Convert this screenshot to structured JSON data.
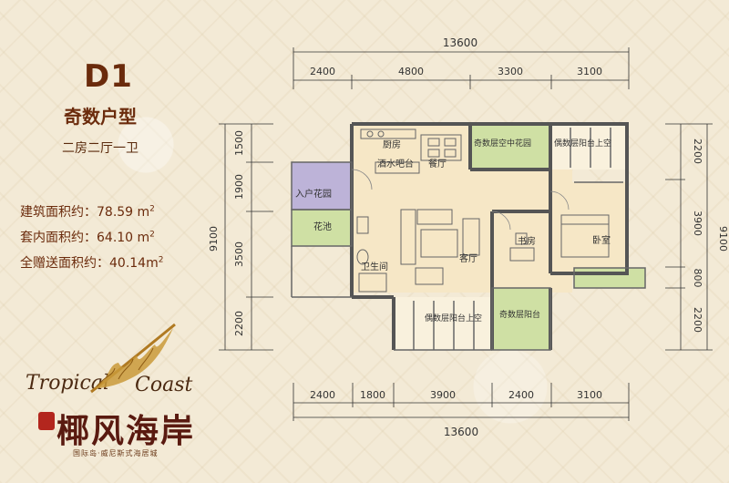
{
  "unit": {
    "code": "D1",
    "type": "奇数户型",
    "layout": "二房二厅一卫"
  },
  "areas": [
    {
      "label": "建筑面积约：78.59 m",
      "sup": "2"
    },
    {
      "label": "套内面积约：64.10 m",
      "sup": "2"
    },
    {
      "label": "全赠送面积约：40.14m",
      "sup": "2"
    }
  ],
  "brand": {
    "en_left": "Tropical",
    "en_right": "Coast",
    "cn": "椰风海岸",
    "tagline": "国际岛·威尼斯式海居城"
  },
  "dimensions": {
    "top_total": "13600",
    "top": [
      "2400",
      "4800",
      "3300",
      "3100"
    ],
    "bottom_total": "13600",
    "bottom": [
      "2400",
      "1800",
      "3900",
      "2400",
      "3100"
    ],
    "left": [
      "1500",
      "1900",
      "3500",
      "2200"
    ],
    "left_total": "9100",
    "right": [
      "2200",
      "3900",
      "800",
      "2200"
    ],
    "right_total": "9100"
  },
  "rooms": {
    "kitchen": "厨房",
    "bar": "酒水吧台",
    "dining": "餐厅",
    "odd_garden": "奇数层空中花园",
    "even_balcony_top": "偶数层阳台上空",
    "entry_garden": "入户花园",
    "planter": "花池",
    "living": "客厅",
    "study": "书房",
    "bedroom": "卧室",
    "bathroom": "卫生间",
    "even_balcony_bottom": "偶数层阳台上空",
    "odd_balcony": "奇数层阳台"
  },
  "colors": {
    "floor": "#f6e7c6",
    "green": "#cfe0a4",
    "purple": "#bdb3d8",
    "wall": "#5a5a5a",
    "brand": "#6b2b0c"
  }
}
